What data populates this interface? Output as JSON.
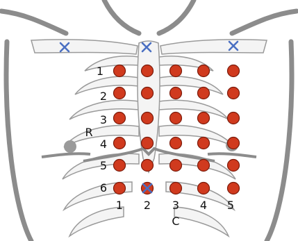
{
  "row_labels": [
    "1",
    "2",
    "3",
    "4",
    "5",
    "6"
  ],
  "column_labels": [
    "1",
    "2",
    "3",
    "4",
    "5"
  ],
  "bottom_letter": "C",
  "side_letter": "R",
  "markers": [
    {
      "row": 1,
      "col": 1
    },
    {
      "row": 1,
      "col": 2
    },
    {
      "row": 1,
      "col": 3
    },
    {
      "row": 1,
      "col": 4
    },
    {
      "row": 1,
      "col": 5
    },
    {
      "row": 2,
      "col": 1
    },
    {
      "row": 2,
      "col": 2
    },
    {
      "row": 2,
      "col": 3
    },
    {
      "row": 2,
      "col": 4
    },
    {
      "row": 2,
      "col": 5
    },
    {
      "row": 3,
      "col": 1
    },
    {
      "row": 3,
      "col": 2
    },
    {
      "row": 3,
      "col": 3
    },
    {
      "row": 3,
      "col": 4
    },
    {
      "row": 3,
      "col": 5
    },
    {
      "row": 4,
      "col": 1
    },
    {
      "row": 4,
      "col": 2
    },
    {
      "row": 4,
      "col": 3
    },
    {
      "row": 4,
      "col": 4
    },
    {
      "row": 4,
      "col": 5
    },
    {
      "row": 5,
      "col": 1
    },
    {
      "row": 5,
      "col": 2
    },
    {
      "row": 5,
      "col": 3
    },
    {
      "row": 5,
      "col": 4
    },
    {
      "row": 5,
      "col": 5
    },
    {
      "row": 6,
      "col": 1
    },
    {
      "row": 6,
      "col": 2,
      "crossed": true
    },
    {
      "row": 6,
      "col": 3
    },
    {
      "row": 6,
      "col": 4
    },
    {
      "row": 6,
      "col": 5
    }
  ],
  "cross_markers": [
    "left-clavicle",
    "sternal-notch",
    "right-clavicle"
  ],
  "colors": {
    "marker_fill": "#d03a1e",
    "marker_stroke": "#7a1a0a",
    "cross": "#4a6fc2",
    "bone_fill": "#f4f4f4",
    "bone_stroke": "#9a9a9a",
    "body_outline": "#8c8c8c"
  }
}
